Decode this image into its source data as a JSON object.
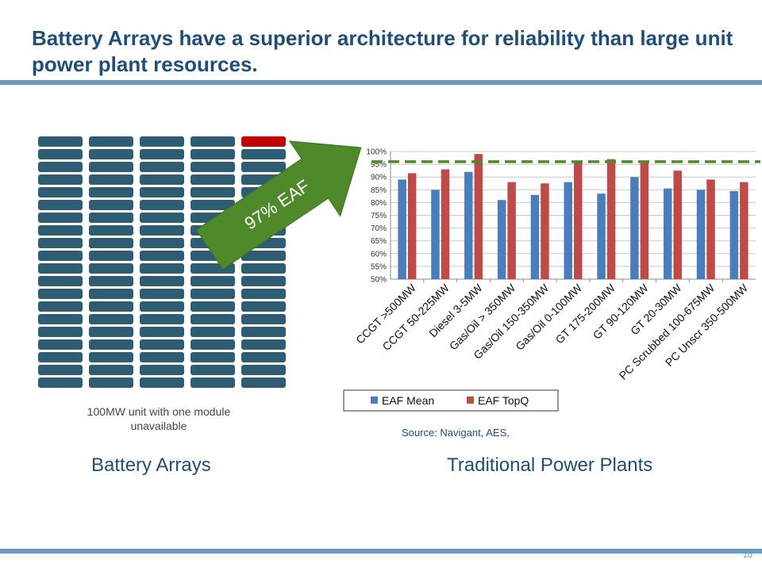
{
  "title": "Battery Arrays have a superior architecture for reliability than large unit power plant resources.",
  "page_number": "10",
  "battery": {
    "caption": "100MW unit with one module unavailable",
    "label": "Battery Arrays",
    "columns": 5,
    "rows": 20,
    "unavailable_module": {
      "column": 5,
      "row": 1
    },
    "module_color": "#2e5d73",
    "unavailable_color": "#c00000"
  },
  "arrow": {
    "label": "97% EAF",
    "color": "#4f8a2a"
  },
  "chart": {
    "label": "Traditional Power Plants",
    "source": "Source:  Navigant, AES,"
  },
  "chart_data": {
    "type": "bar",
    "categories": [
      "CCGT >500MW",
      "CCGT 50-225MW",
      "Diesel 3-5MW",
      "Gas/Oil > 350MW",
      "Gas/Oil 150-350MW",
      "Gas/Oil 0-100MW",
      "GT  175-200MW",
      "GT 90-120MW",
      "GT 20-30MW",
      "PC Scrubbed 100-675MW",
      "PC Unscr 350-500MW"
    ],
    "series": [
      {
        "name": "EAF Mean",
        "color": "#4a7ebb",
        "values": [
          89,
          85,
          92,
          81,
          83,
          88,
          83.5,
          90,
          85.5,
          85,
          84.5
        ]
      },
      {
        "name": "EAF TopQ",
        "color": "#be4b48",
        "values": [
          91.5,
          93,
          99,
          88,
          87.5,
          96,
          97,
          96,
          92.5,
          89,
          88
        ]
      }
    ],
    "reference_line": {
      "value": 96,
      "color": "#4f8a2a",
      "style": "dashed"
    },
    "yticks": [
      "50%",
      "55%",
      "60%",
      "65%",
      "70%",
      "75%",
      "80%",
      "85%",
      "90%",
      "95%",
      "100%"
    ],
    "ylim": [
      50,
      100
    ],
    "grid": true,
    "legend_position": "bottom"
  }
}
